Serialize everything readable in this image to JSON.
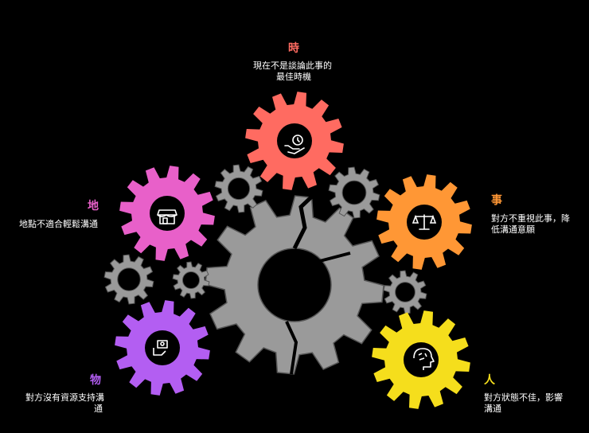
{
  "items": {
    "time": {
      "title": "時",
      "text1": "現在不是談論此事的",
      "text2": "最佳時機",
      "color": "#ff6b61",
      "icon": "hand-holding-clock-icon"
    },
    "place": {
      "title": "地",
      "text1": "地點不適合輕鬆溝通",
      "text2": "",
      "color": "#e860c9",
      "icon": "storefront-icon"
    },
    "event": {
      "title": "事",
      "text1": "對方不重視此事，降",
      "text2": "低溝通意願",
      "color": "#ff9735",
      "icon": "balance-scale-icon"
    },
    "object": {
      "title": "物",
      "text1": "對方沒有資源支持溝",
      "text2": "通",
      "color": "#b35ef2",
      "icon": "cash-hand-icon"
    },
    "person": {
      "title": "人",
      "text1": "對方狀態不佳，影響",
      "text2": "溝通",
      "color": "#f5de1c",
      "icon": "head-brain-icon"
    }
  },
  "gray_color": "#9a9a9a"
}
